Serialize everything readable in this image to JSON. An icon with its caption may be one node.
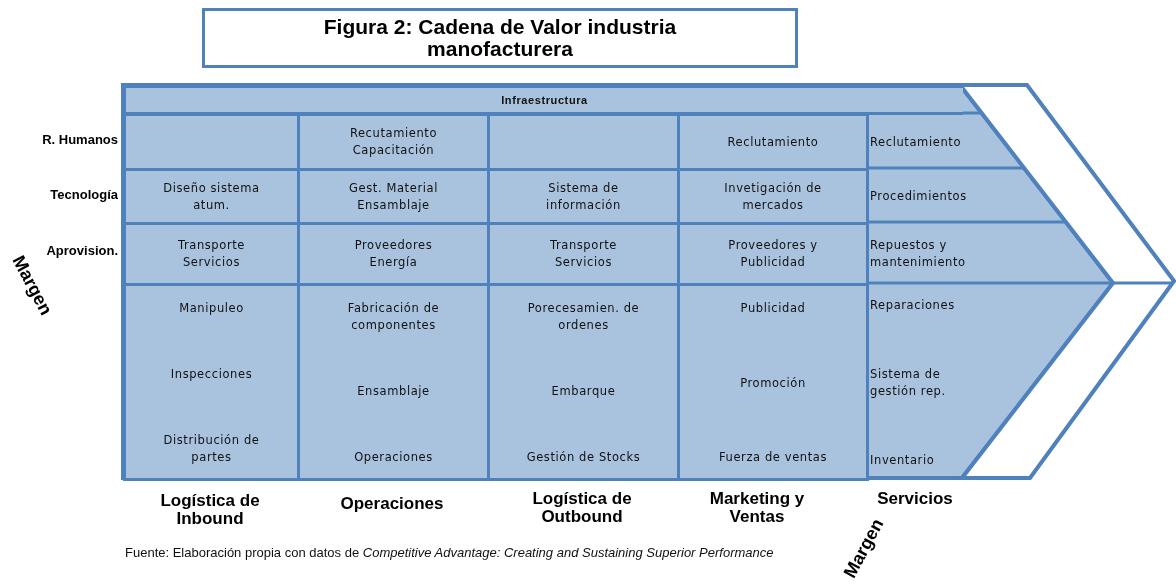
{
  "diagram": {
    "title": "Figura 2: Cadena de Valor industria manofacturera",
    "caption": "Fuente: Elaboración propia con datos de *Competitive Advantage: Creating and Sustaining Superior Performance*",
    "nodes": [
      {
        "text": [
          "Infraestructura"
        ]
      },
      {
        "text": [],
        "shape": "box"
      },
      {
        "text": [
          "Recutamiento Capacitación"
        ]
      },
      {
        "text": [],
        "shape": "box"
      },
      {
        "text": [
          "Reclutamiento"
        ]
      },
      {
        "text": [
          "Reclutamiento"
        ]
      },
      {
        "text": [
          "Diseño sistema atum."
        ]
      },
      {
        "text": [
          "Gest. Material Ensamblaje"
        ]
      },
      {
        "text": [
          "Sistema de información"
        ]
      },
      {
        "text": [
          "Invetigación de mercados"
        ]
      },
      {
        "text": [
          "Procedimientos"
        ]
      },
      {
        "text": [
          "Transporte Servicios"
        ]
      },
      {
        "text": [
          "Proveedores Energía"
        ]
      },
      {
        "text": [
          "Transporte Servicios"
        ]
      },
      {
        "text": [
          "Proveedores y Publicidad"
        ]
      },
      {
        "text": [
          "Repuestos y mantenimiento"
        ]
      },
      {
        "text": [
          "Manipuleo",
          "Inspecciones",
          "Distribución de partes"
        ]
      },
      {
        "text": [
          "Fabricación de componentes",
          "Ensamblaje",
          "Operaciones"
        ]
      },
      {
        "text": [
          "Porecesamien. de ordenes",
          "Embarque",
          "Gestión de Stocks"
        ]
      },
      {
        "text": [
          "Publicidad",
          "Promoción",
          "Fuerza de ventas"
        ]
      },
      {
        "text": [
          "Reparaciones",
          "Sistema de gestión rep.",
          "Inventario"
        ]
      }
    ],
    "labels": [
      "R. Humanos",
      "Tecnología",
      "Aprovision.",
      "Margen",
      "Logística de Inbound",
      "Operaciones",
      "Logística de Outbound",
      "Marketing y Ventas",
      "Servicios",
      "Margen"
    ]
  }
}
